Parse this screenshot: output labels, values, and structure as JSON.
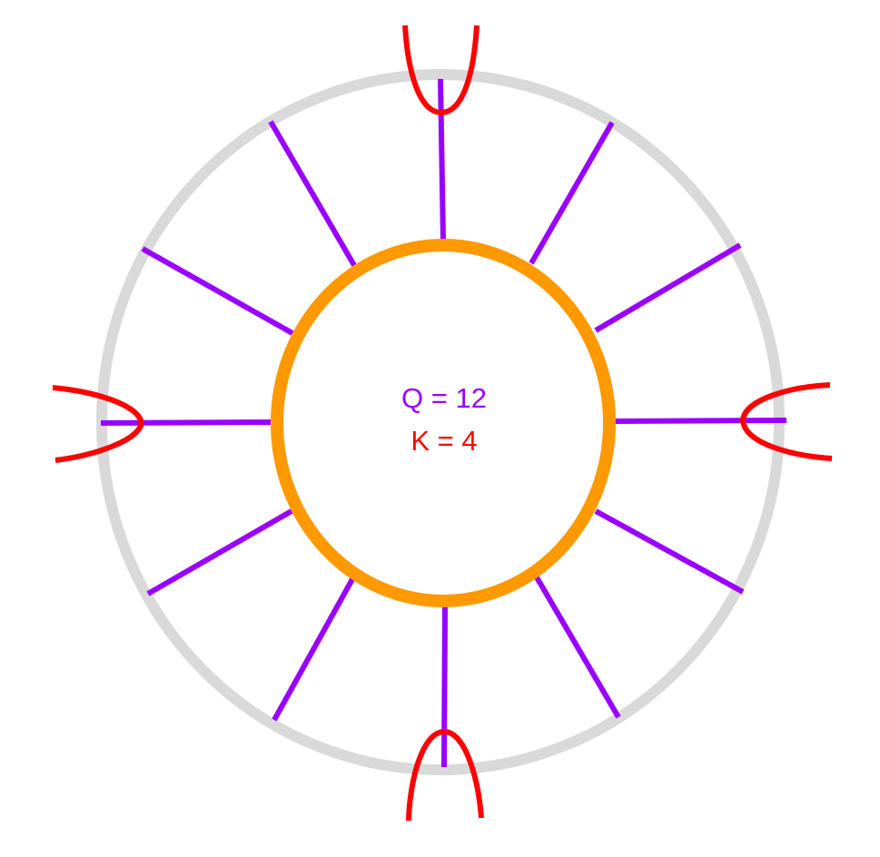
{
  "labels": {
    "q": "Q = 12",
    "k": "K = 4"
  },
  "colors": {
    "background": "#ffffff",
    "outer_ring": "#d9d9d9",
    "inner_ring": "#ff9900",
    "spokes": "#9900ff",
    "caps": "#ff0000",
    "q_text": "#9900ff",
    "k_text": "#ff0000"
  },
  "diagram": {
    "spoke_count": 12,
    "cap_count": 4
  }
}
